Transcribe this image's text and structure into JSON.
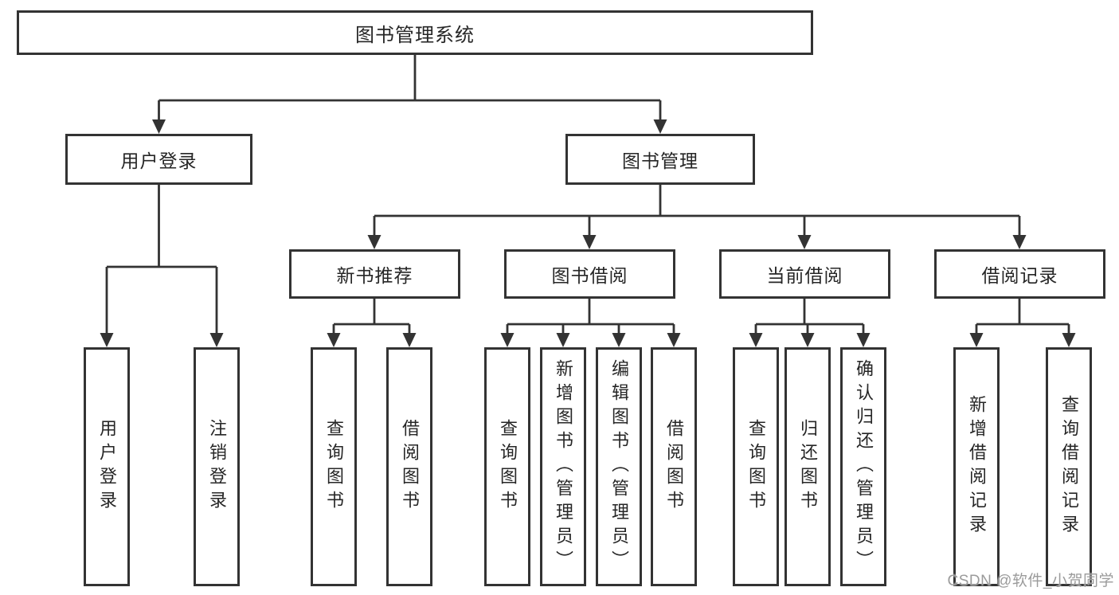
{
  "diagram": {
    "root": {
      "label": "图书管理系统"
    },
    "level2": [
      {
        "label": "用户登录",
        "leaves": [
          {
            "label": "用户登录"
          },
          {
            "label": "注销登录"
          }
        ]
      },
      {
        "label": "图书管理",
        "groups": [
          {
            "label": "新书推荐",
            "leaves": [
              {
                "label": "查询图书"
              },
              {
                "label": "借阅图书"
              }
            ]
          },
          {
            "label": "图书借阅",
            "leaves": [
              {
                "label": "查询图书"
              },
              {
                "label": "新增图书（管理员）"
              },
              {
                "label": "编辑图书（管理员）"
              },
              {
                "label": "借阅图书"
              }
            ]
          },
          {
            "label": "当前借阅",
            "leaves": [
              {
                "label": "查询图书"
              },
              {
                "label": "归还图书"
              },
              {
                "label": "确认归还（管理员）"
              }
            ]
          },
          {
            "label": "借阅记录",
            "leaves": [
              {
                "label": "新增借阅记录"
              },
              {
                "label": "查询借阅记录"
              }
            ]
          }
        ]
      }
    ]
  },
  "colors": {
    "line": "#333333",
    "text": "#262626",
    "watermark": "#9b9b9b"
  },
  "watermark": {
    "text": "CSDN @软件_小贺同学"
  }
}
